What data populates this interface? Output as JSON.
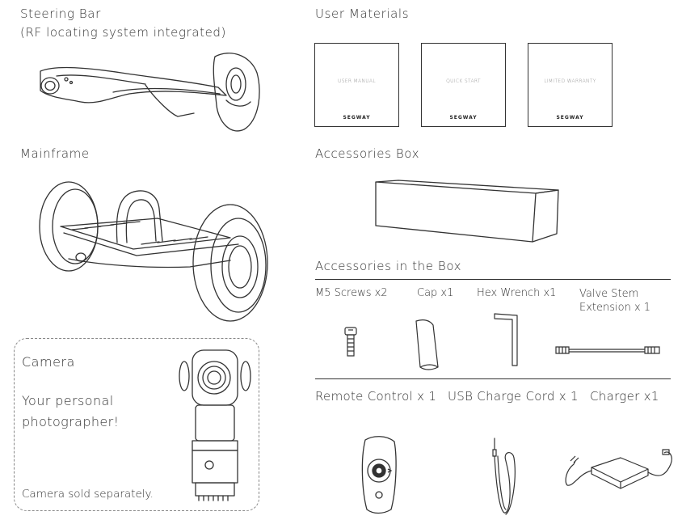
{
  "steering_bar": {
    "title": "Steering Bar",
    "subtitle": "(RF locating system integrated)"
  },
  "mainframe": {
    "title": "Mainframe"
  },
  "user_materials": {
    "title": "User Materials",
    "books": [
      {
        "title": "USER MANUAL",
        "brand": "SEGWAY"
      },
      {
        "title": "QUICK START",
        "brand": "SEGWAY"
      },
      {
        "title": "LIMITED WARRANTY",
        "brand": "SEGWAY"
      }
    ]
  },
  "accessories_box": {
    "title": "Accessories Box"
  },
  "accessories_in_box": {
    "title": "Accessories in the Box",
    "items": [
      {
        "label": "M5 Screws x2"
      },
      {
        "label": "Cap x1"
      },
      {
        "label": "Hex Wrench x1"
      },
      {
        "label": "Valve Stem\nExtension x 1"
      }
    ]
  },
  "bottom_items": {
    "remote": "Remote Control x 1",
    "usb": "USB Charge Cord x 1",
    "charger": "Charger x1"
  },
  "camera": {
    "title": "Camera",
    "description": "Your personal\nphotographer!",
    "note": "Camera sold separately."
  }
}
